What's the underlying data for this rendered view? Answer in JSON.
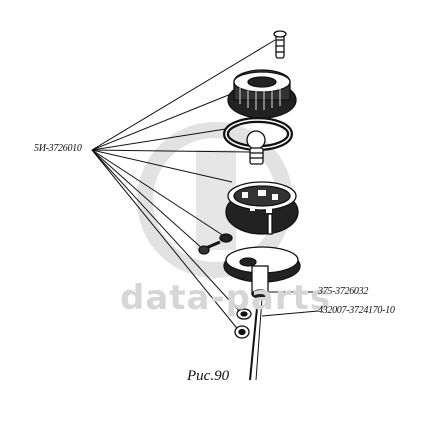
{
  "figure": {
    "caption": "Рис.90",
    "labels": {
      "left_group": "5И-3726010",
      "right_upper": "375-3726032",
      "right_lower": "432007-3724170-10"
    }
  },
  "watermark": {
    "text": "data-parts"
  },
  "colors": {
    "ink": "#111111",
    "watermark": "#d6d6d6",
    "background": "#ffffff"
  }
}
